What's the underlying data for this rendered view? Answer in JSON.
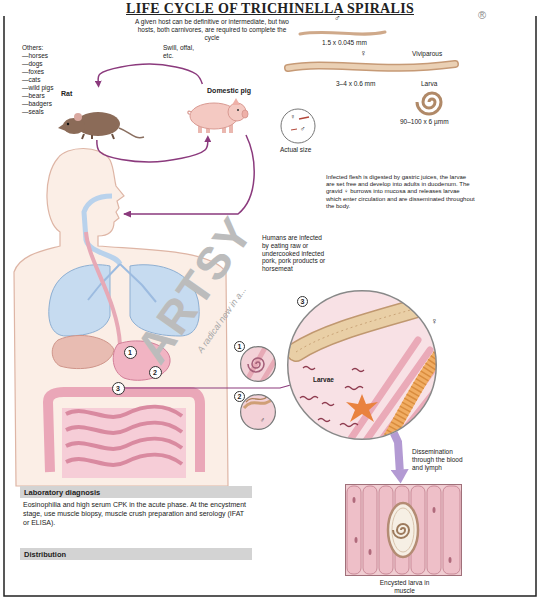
{
  "diagram": {
    "title": "LIFE CYCLE OF TRICHINELLA SPIRALIS",
    "nodes": [
      {
        "text": [
          "Rat"
        ]
      },
      {
        "text": [
          "Domestic pig"
        ]
      },
      {
        "text": [
          "1"
        ]
      },
      {
        "text": [
          "2"
        ]
      },
      {
        "text": [
          "3"
        ]
      },
      {
        "text": [
          "1"
        ]
      },
      {
        "text": [
          "2",
          "♂"
        ]
      },
      {
        "text": [
          "3",
          "♀",
          "Larvae"
        ]
      },
      {
        "text": [
          "Encysted larva in muscle"
        ]
      },
      {
        "text": [
          "Laboratory diagnosis",
          "Eosinophilia and high serum CPK in the acute phase. At the encystment stage, use muscle biopsy, muscle crush preparation and serology (IFAT or ELISA)."
        ]
      },
      {
        "text": [
          "Distribution"
        ]
      }
    ],
    "edges": [
      {
        "from": 1,
        "to": 0,
        "label": "Swill, offal, etc.",
        "arrow": "to"
      },
      {
        "from": 0,
        "to": 1,
        "arrow": "to"
      },
      {
        "from": 4,
        "to": 7,
        "arrow": "none"
      },
      {
        "from": 7,
        "to": 8,
        "label": "Dissemination through the blood and lymph",
        "arrow": "to"
      }
    ],
    "labels": [
      "A given host can be definitive or intermediate, but two hosts, both carnivores, are required to complete the cycle",
      "Others:",
      "—horses",
      "—dogs",
      "—foxes",
      "—cats",
      "—wild pigs",
      "—bears",
      "—badgers",
      "—seals",
      "♂",
      "1.5 x 0.045 mm",
      "♀",
      "Viviparous",
      "3–4 x 0.6 mm",
      "Larva",
      "90–100 x 6 µmm",
      "♀",
      "♂",
      "Actual size",
      "®",
      "Humans are infected by eating raw or undercooked infected pork, pork products or horsemeat",
      "Infected flesh is digested by gastric juices, the larvae are set free and develop into adults in duodenum. The gravid ♀ burrows into mucosa and releases larvae which enter circulation and are disseminated throughout the body.",
      "ARTSY",
      "A radical new in a..."
    ]
  }
}
